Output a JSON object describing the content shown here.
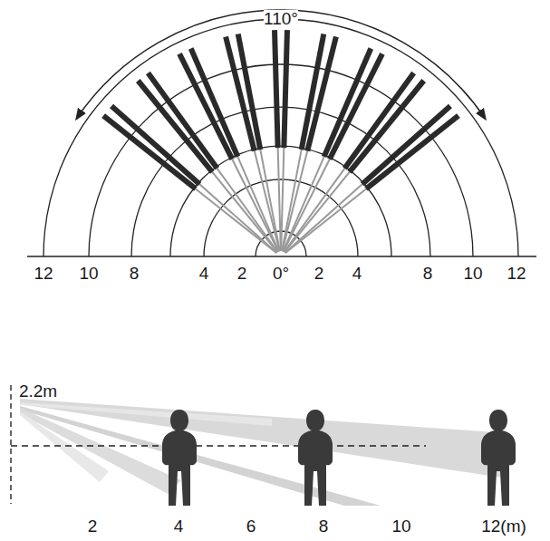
{
  "diagram": {
    "labels": [
      "110°",
      "12",
      "10",
      "8",
      "4",
      "2",
      "0°",
      "2",
      "4",
      "8",
      "10",
      "12",
      "2.2m",
      "2",
      "4",
      "6",
      "8",
      "10",
      "12(m)"
    ]
  }
}
